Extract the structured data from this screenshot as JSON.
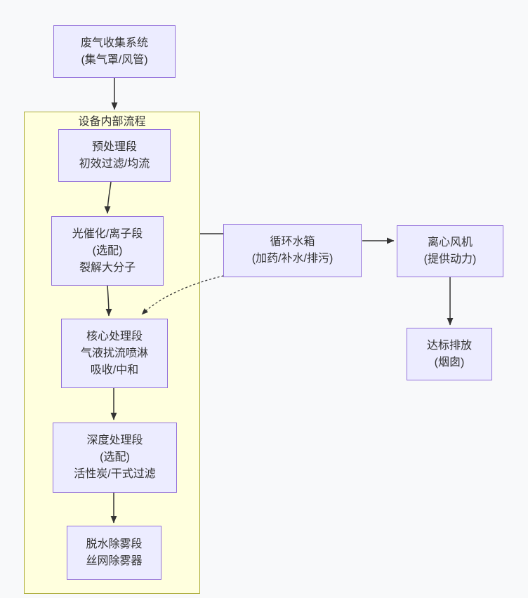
{
  "diagram": {
    "cluster": {
      "label": "设备内部流程"
    },
    "nodes": {
      "collect": {
        "lines": [
          "废气收集系统",
          "(集气罩/风管)"
        ]
      },
      "pre": {
        "lines": [
          "预处理段",
          "初效过滤/均流"
        ]
      },
      "photo": {
        "lines": [
          "光催化/离子段",
          "(选配)",
          "裂解大分子"
        ]
      },
      "core": {
        "lines": [
          "核心处理段",
          "气液扰流喷淋",
          "吸收/中和"
        ]
      },
      "deep": {
        "lines": [
          "深度处理段",
          "(选配)",
          "活性炭/干式过滤"
        ]
      },
      "demist": {
        "lines": [
          "脱水除雾段",
          "丝网除雾器"
        ]
      },
      "tank": {
        "lines": [
          "循环水箱",
          "(加药/补水/排污)"
        ]
      },
      "fan": {
        "lines": [
          "离心风机",
          "(提供动力)"
        ]
      },
      "out": {
        "lines": [
          "达标排放",
          "(烟囱)"
        ]
      }
    },
    "colors": {
      "background": "#F8F9FA",
      "node_fill": "#ECECFF",
      "node_border": "#9370DB",
      "cluster_fill": "#FFFFDE",
      "cluster_border": "#AAAA33",
      "edge": "#333333",
      "text": "#333333"
    }
  }
}
